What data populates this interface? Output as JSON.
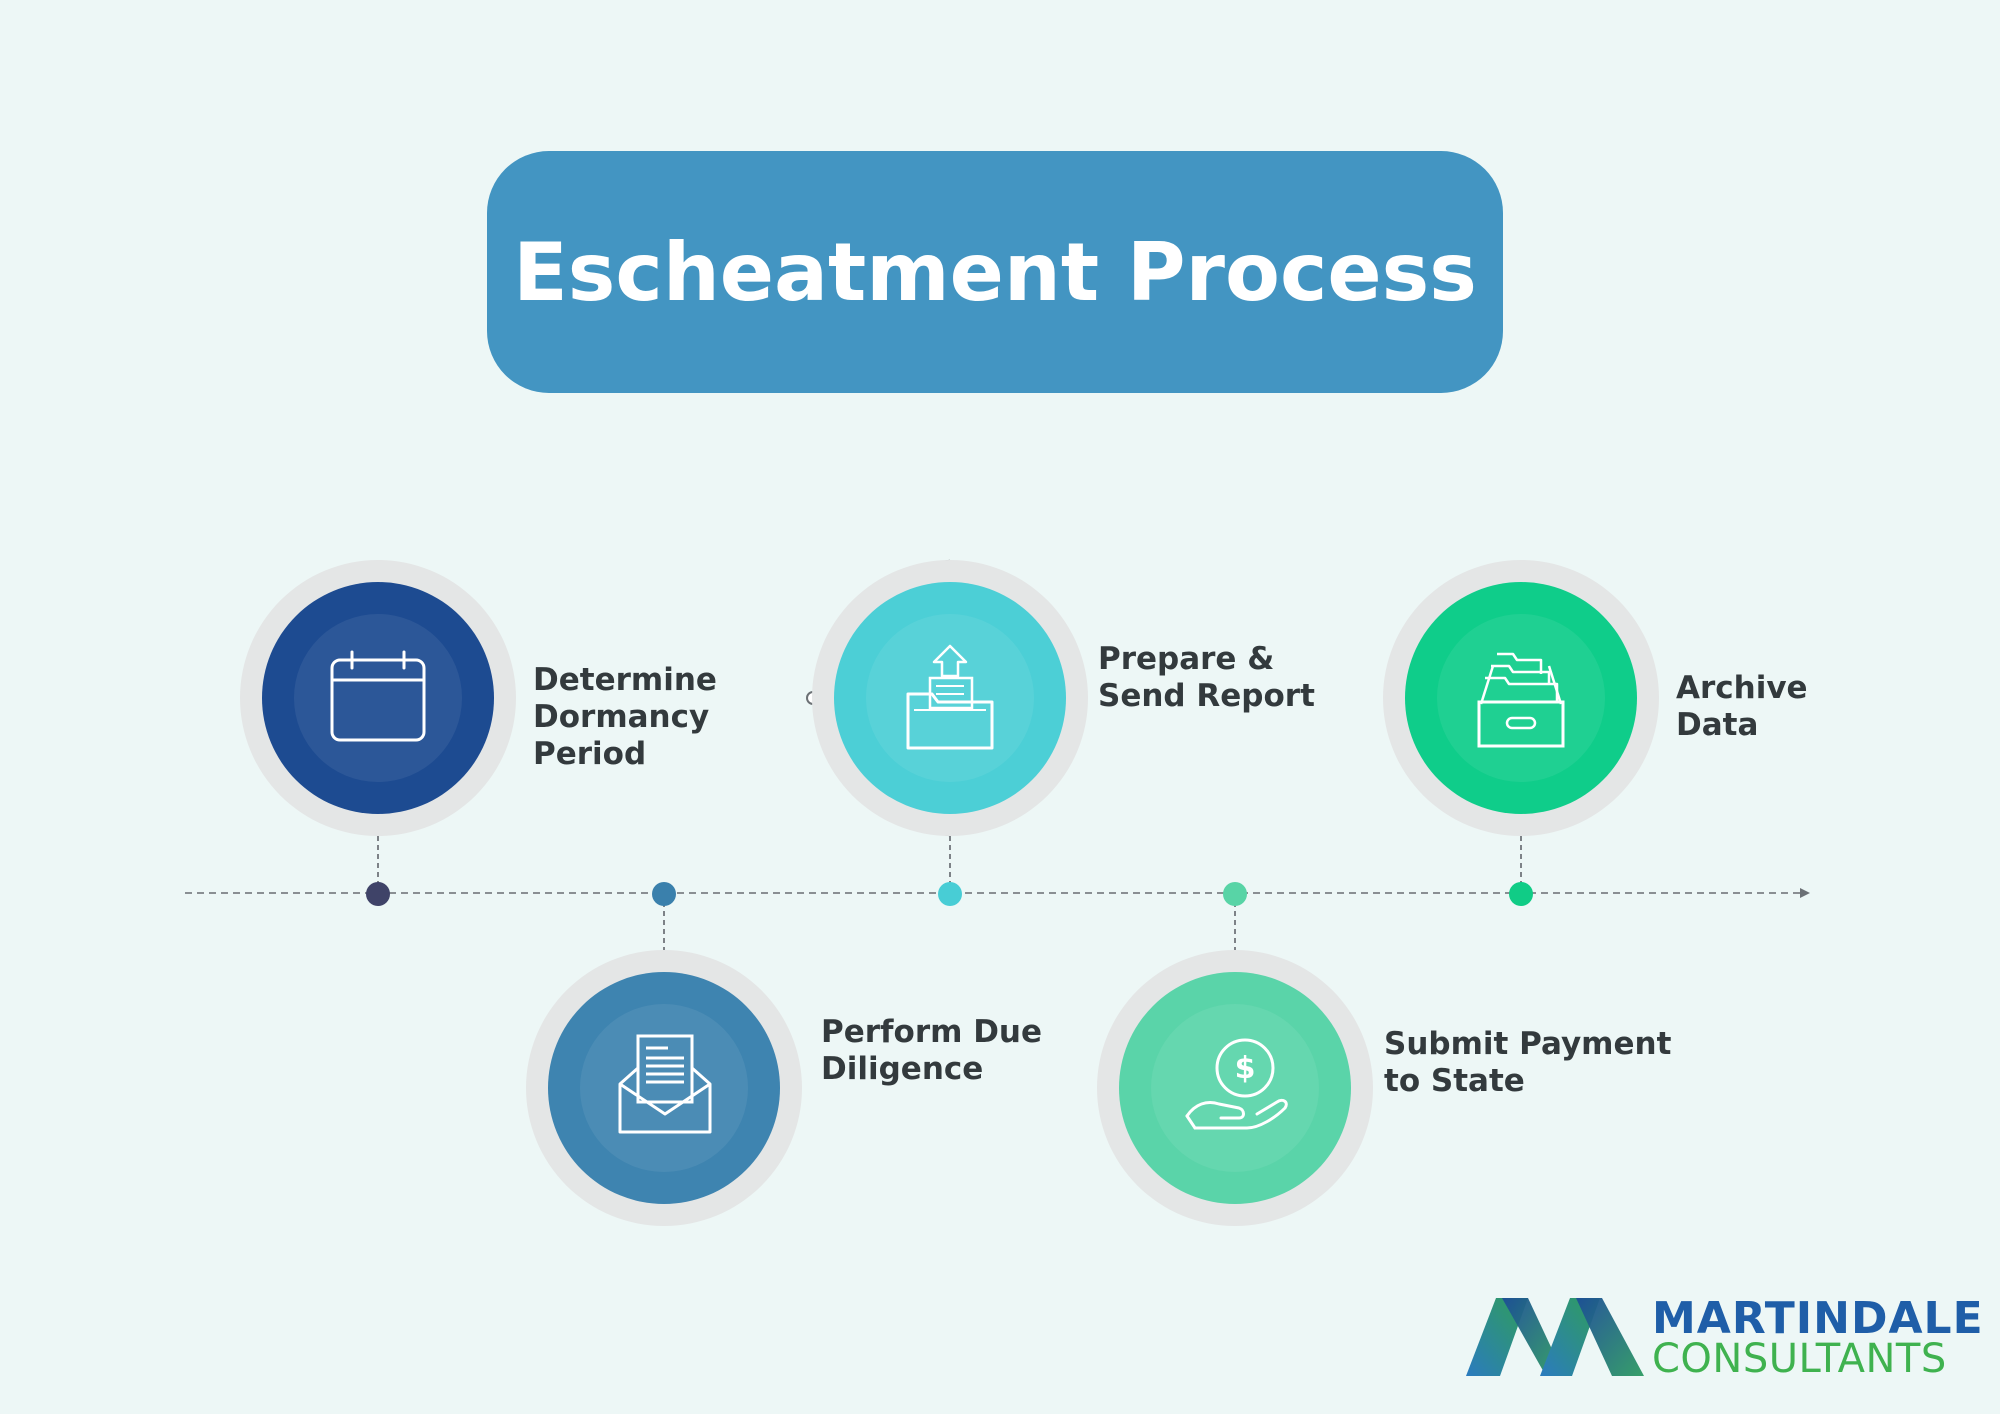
{
  "title": "Escheatment Process",
  "steps": [
    {
      "label": [
        "Determine",
        "Dormancy",
        "Period"
      ],
      "icon": "calendar-icon",
      "color": "#1d4b91",
      "dot_color": "#3f4368"
    },
    {
      "label": [
        "Perform Due",
        "Diligence"
      ],
      "icon": "envelope-document-icon",
      "color": "#3e84b0",
      "dot_color": "#3a80ac"
    },
    {
      "label": [
        "Prepare &",
        "Send Report"
      ],
      "icon": "folder-upload-icon",
      "color": "#4ccfd6",
      "dot_color": "#48cdd5"
    },
    {
      "label": [
        "Submit Payment",
        "to State"
      ],
      "icon": "hand-coin-icon",
      "color": "#5ad4a9",
      "dot_color": "#58d4a6"
    },
    {
      "label": [
        "Archive",
        "Data"
      ],
      "icon": "file-drawer-icon",
      "color": "#0fcd8a",
      "dot_color": "#10cc86"
    }
  ],
  "brand": {
    "line1": "MARTINDALE",
    "line2": "CONSULTANTS"
  },
  "colors": {
    "background": "#edf7f6",
    "title_box": "#4395c2",
    "text": "#333a3d"
  }
}
